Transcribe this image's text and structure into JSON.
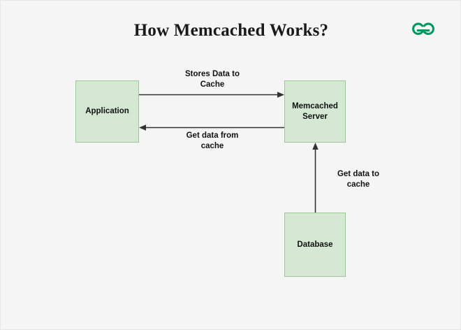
{
  "page": {
    "title": "How Memcached Works?",
    "background_color": "#f5f5f5"
  },
  "logo": {
    "name": "geeksforgeeks-logo",
    "color": "#00965e"
  },
  "diagram": {
    "type": "flow-diagram",
    "nodes": [
      {
        "id": "application",
        "label": "Application",
        "fill": "#d5e8d4",
        "border": "#a0c79c"
      },
      {
        "id": "memcached-server",
        "label": "Memcached\nServer",
        "fill": "#d5e8d4",
        "border": "#a0c79c"
      },
      {
        "id": "database",
        "label": "Database",
        "fill": "#d5e8d4",
        "border": "#a0c79c"
      }
    ],
    "edges": [
      {
        "id": "stores-data-to-cache",
        "from": "application",
        "to": "memcached-server",
        "label": "Stores Data to\nCache",
        "direction": "right",
        "color": "#333333"
      },
      {
        "id": "get-data-from-cache",
        "from": "memcached-server",
        "to": "application",
        "label": "Get data from\ncache",
        "direction": "left",
        "color": "#333333"
      },
      {
        "id": "get-data-to-cache",
        "from": "database",
        "to": "memcached-server",
        "label": "Get data to\ncache",
        "direction": "up",
        "color": "#333333"
      }
    ]
  }
}
